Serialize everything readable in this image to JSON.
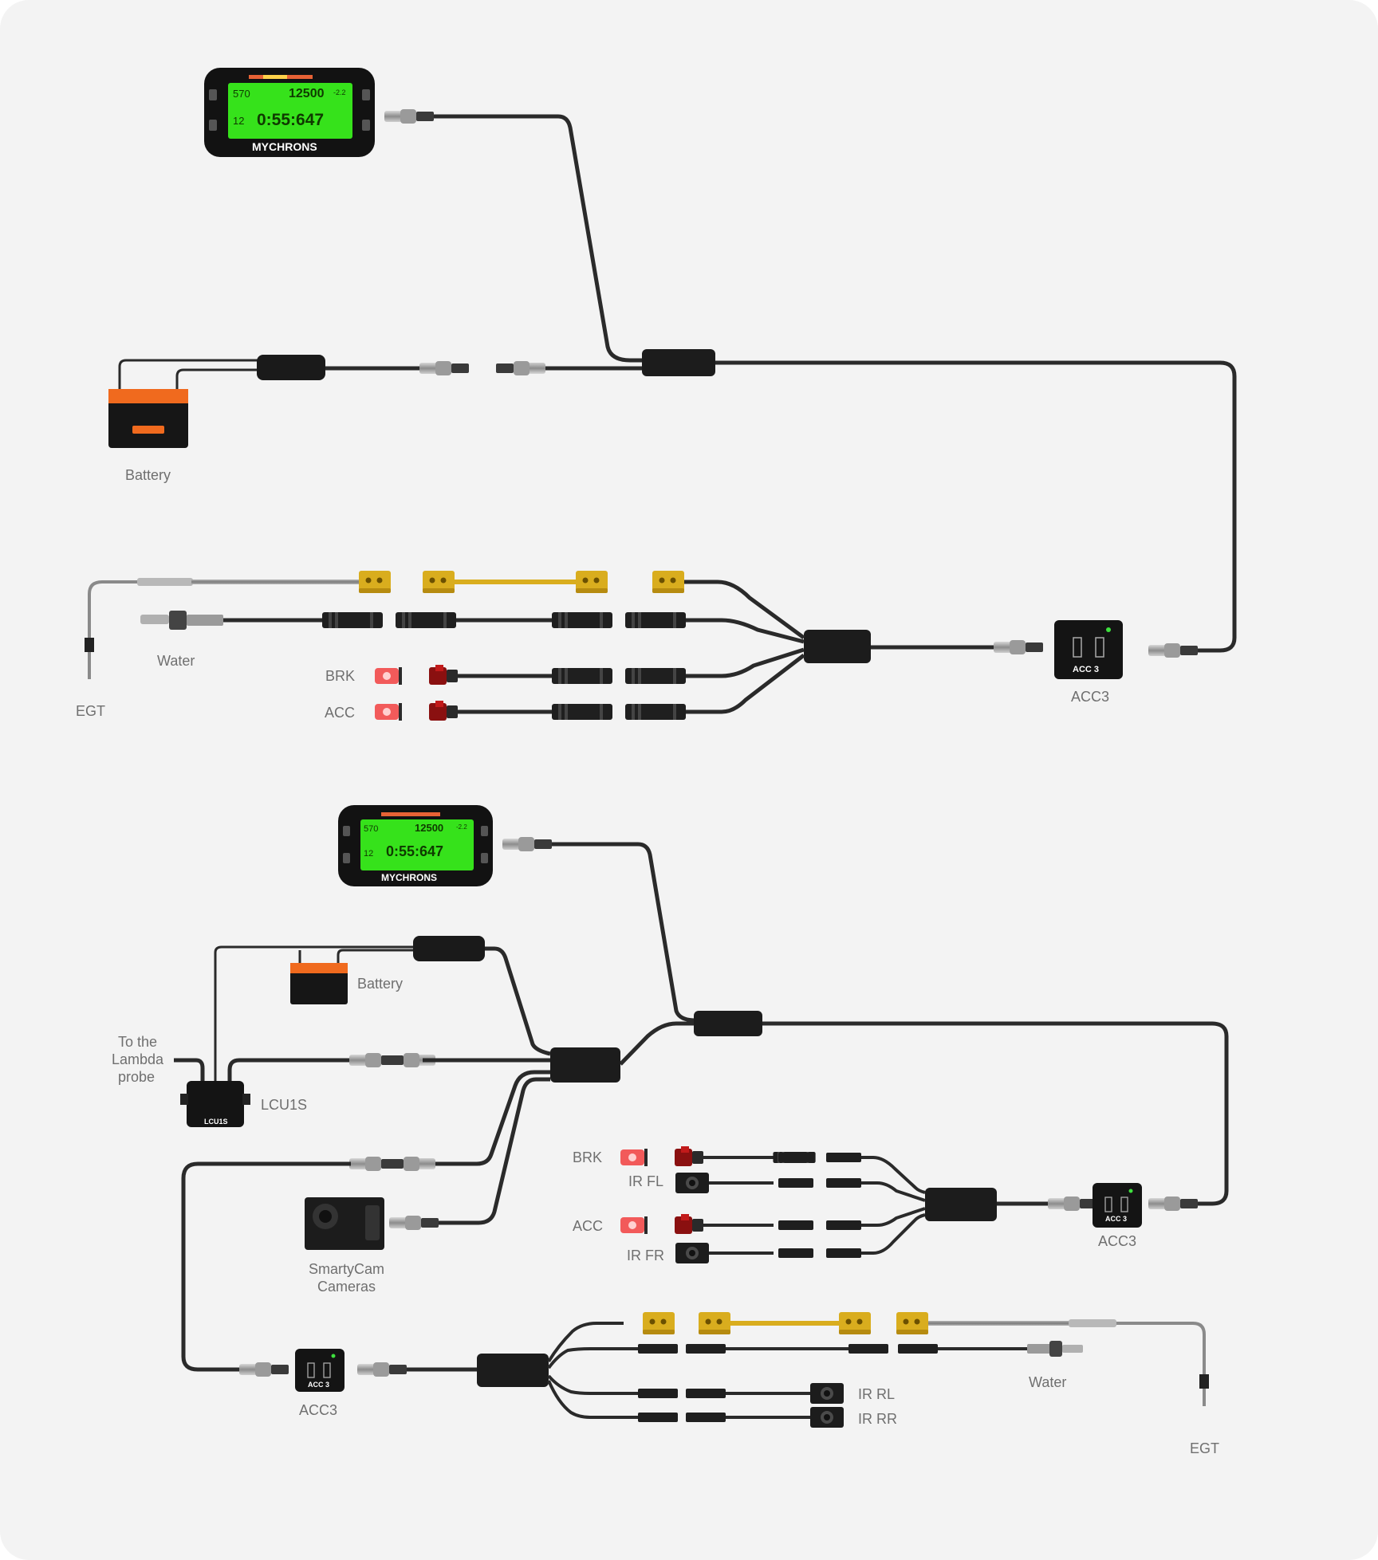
{
  "labels": {
    "battery": "Battery",
    "water": "Water",
    "egt": "EGT",
    "brk": "BRK",
    "acc": "ACC",
    "acc3": "ACC3",
    "battery2": "Battery",
    "lambda_line1": "To the",
    "lambda_line2": "Lambda",
    "lambda_line3": "probe",
    "lcu1s": "LCU1S",
    "smartycam_line1": "SmartyCam",
    "smartycam_line2": "Cameras",
    "brk2": "BRK",
    "ir_fl": "IR FL",
    "acc2": "ACC",
    "ir_fr": "IR FR",
    "acc3_b": "ACC3",
    "acc3_c": "ACC3",
    "ir_rl": "IR RL",
    "ir_rr": "IR RR",
    "water2": "Water",
    "egt2": "EGT"
  },
  "dash": {
    "brand": "MYCHRONS",
    "egt": "570",
    "rpm": "12500",
    "delta": "-2.2",
    "lap": "12",
    "time": "0:55:647"
  },
  "module_labels": {
    "acc3_text": "ACC 3",
    "lcu1s_text": "LCU1S"
  },
  "colors": {
    "cable": "#2a2a2a",
    "lcd": "#36e21b",
    "battery_top": "#f06a1e",
    "thermo_yellow": "#d9ad1e",
    "switch_red": "#f25a5a",
    "connector_red": "#8a1010"
  }
}
